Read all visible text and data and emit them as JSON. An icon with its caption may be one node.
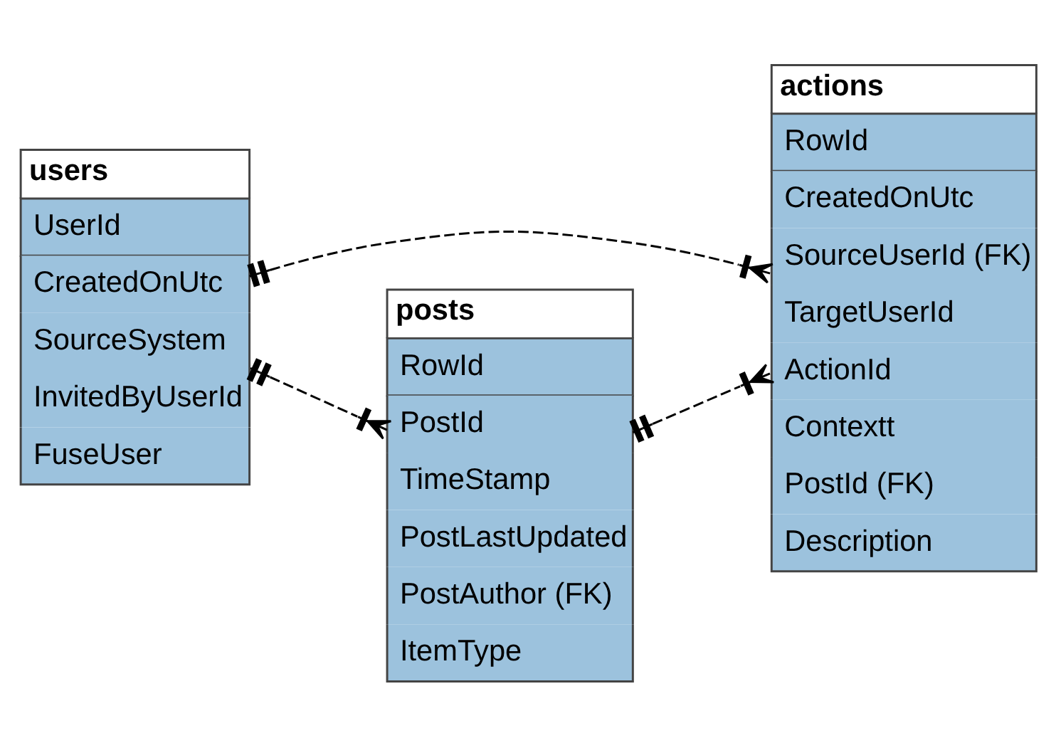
{
  "diagram": {
    "nodes": [
      {
        "text": [
          "users",
          "UserId",
          "CreatedOnUtc",
          "SourceSystem",
          "InvitedByUserId",
          "FuseUser"
        ]
      },
      {
        "text": [
          "actions",
          "RowId",
          "CreatedOnUtc",
          "SourceUserId (FK)",
          "TargetUserId",
          "ActionId",
          "Contextt",
          "PostId (FK)",
          "Description"
        ]
      },
      {
        "text": [
          "posts",
          "RowId",
          "PostId",
          "TimeStamp",
          "PostLastUpdated",
          "PostAuthor (FK)",
          "ItemType"
        ]
      }
    ],
    "edges": [
      {
        "from": 0,
        "to": 1,
        "arrow": "other",
        "style": "dashed"
      },
      {
        "from": 0,
        "to": 2,
        "arrow": "other",
        "style": "dashed"
      },
      {
        "from": 2,
        "to": 1,
        "arrow": "other",
        "style": "dashed"
      }
    ]
  }
}
